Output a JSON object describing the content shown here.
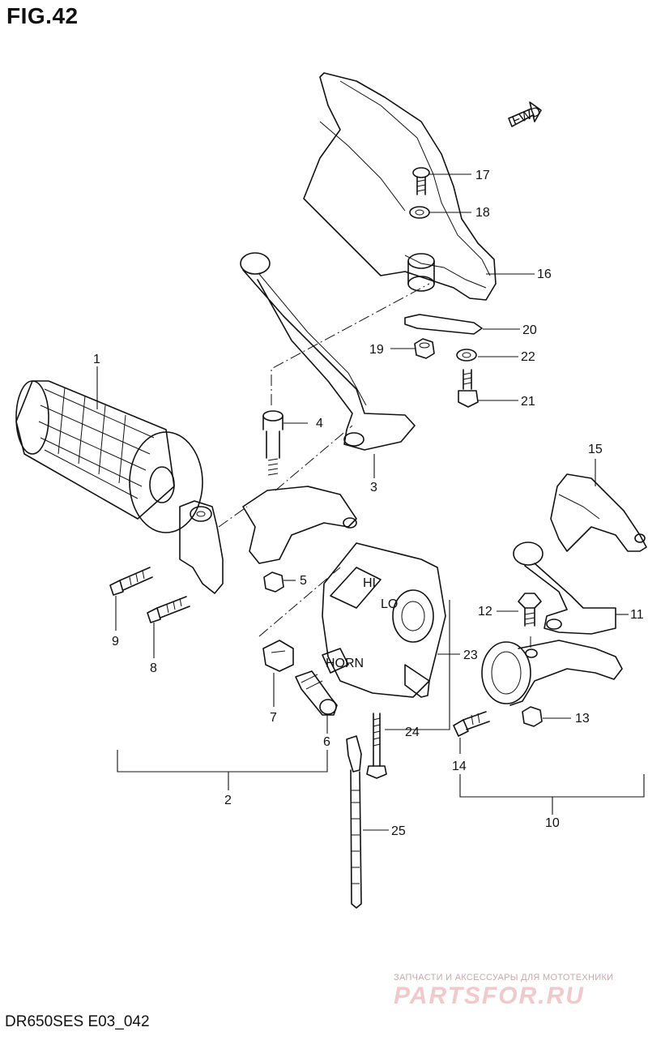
{
  "title": "FIG.42",
  "footer_code": "DR650SES E03_042",
  "fwd_label": "FWD",
  "watermark": {
    "top_text": "ЗАПЧАСТИ И АКСЕССУАРЫ ДЛЯ МОТОТЕХНИКИ",
    "logo_text": "PARTSFOR.RU"
  },
  "switch_labels": {
    "hi": "HI",
    "lo": "LO",
    "horn": "HORN"
  },
  "callouts": {
    "c1": "1",
    "c2": "2",
    "c3": "3",
    "c4": "4",
    "c5": "5",
    "c6": "6",
    "c7": "7",
    "c8": "8",
    "c9": "9",
    "c10": "10",
    "c11": "11",
    "c12": "12",
    "c13": "13",
    "c14": "14",
    "c15": "15",
    "c16": "16",
    "c17": "17",
    "c18": "18",
    "c19": "19",
    "c20": "20",
    "c21": "21",
    "c22": "22",
    "c23": "23",
    "c24": "24",
    "c25": "25"
  }
}
